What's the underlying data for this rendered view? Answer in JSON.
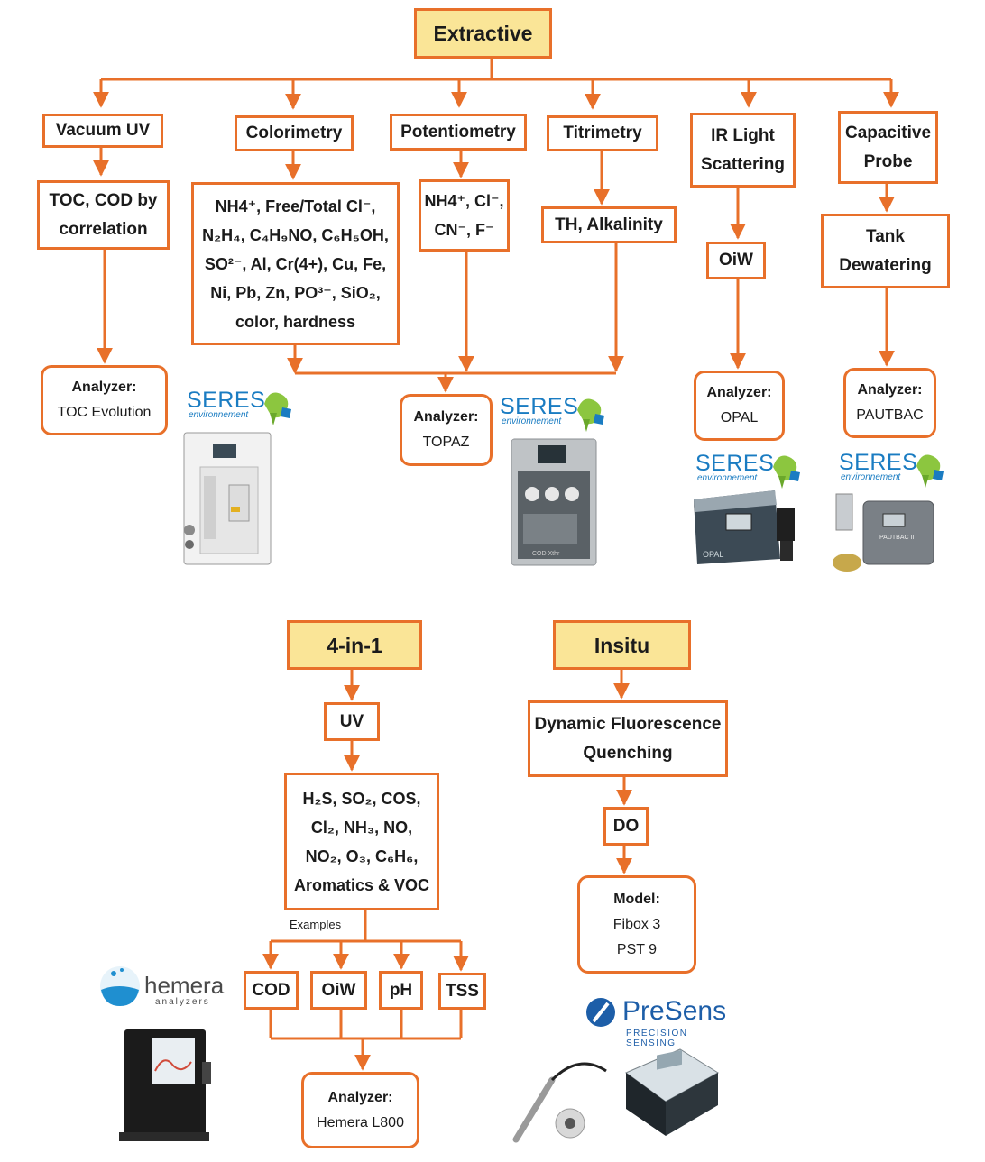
{
  "categories": {
    "extractive": "Extractive",
    "four_in_one": "4-in-1",
    "insitu": "Insitu"
  },
  "methods": {
    "vacuum_uv": "Vacuum UV",
    "colorimetry": "Colorimetry",
    "potentiometry": "Potentiometry",
    "titrimetry": "Titrimetry",
    "ir_light_scattering": [
      "IR Light",
      "Scattering"
    ],
    "capacitive_probe": [
      "Capacitive",
      "Probe"
    ],
    "uv": "UV",
    "dfq": [
      "Dynamic Fluorescence",
      "Quenching"
    ]
  },
  "parameters": {
    "toc_cod": [
      "TOC, COD by",
      "correlation"
    ],
    "potentiometry_params": [
      "NH4⁺, Cl⁻,",
      "CN⁻, F⁻"
    ],
    "th_alkalinity": "TH, Alkalinity",
    "oiw": "OiW",
    "tank_dewatering": [
      "Tank",
      "Dewatering"
    ],
    "do": "DO"
  },
  "colorimetry_params": {
    "line1": "NH4⁺, Free/Total Cl⁻,",
    "line2": "N₂H₄, C₄H₉NO, C₆H₅OH,",
    "line3": "SO²⁻, Al, Cr(4+), Cu, Fe,",
    "line4": "Ni, Pb, Zn, PO³⁻, SiO₂,",
    "line5": "color, hardness"
  },
  "uv_params": {
    "line1": "H₂S, SO₂, COS,",
    "line2": "Cl₂, NH₃, NO,",
    "line3": "NO₂, O₃, C₆H₆,",
    "line4": "Aromatics & VOC"
  },
  "examples": {
    "label": "Examples",
    "items": [
      "COD",
      "OiW",
      "pH",
      "TSS"
    ]
  },
  "analyzers": {
    "label": "Analyzer:",
    "toc_evolution": "TOC Evolution",
    "topaz": "TOPAZ",
    "opal": "OPAL",
    "pautbac": "PAUTBAC",
    "hemera": "Hemera L800"
  },
  "model": {
    "label": "Model:",
    "line1": "Fibox 3",
    "line2": "PST 9"
  },
  "logos": {
    "seres": "SERES",
    "seres_sub": "environnement",
    "hemera": "hemera",
    "hemera_sub": "analyzers",
    "presens": "PreSens",
    "presens_sub": "PRECISION SENSING",
    "topaz_device_text": "COD Xthr",
    "opal_device_text": "OPAL",
    "pautbac_device_text": "PAUTBAC II"
  },
  "colors": {
    "connector": "#e8702a",
    "category_fill": "#fae597",
    "seres_blue": "#1a7cc2",
    "seres_green": "#8cc63f",
    "presens_blue": "#1d5ea8"
  }
}
